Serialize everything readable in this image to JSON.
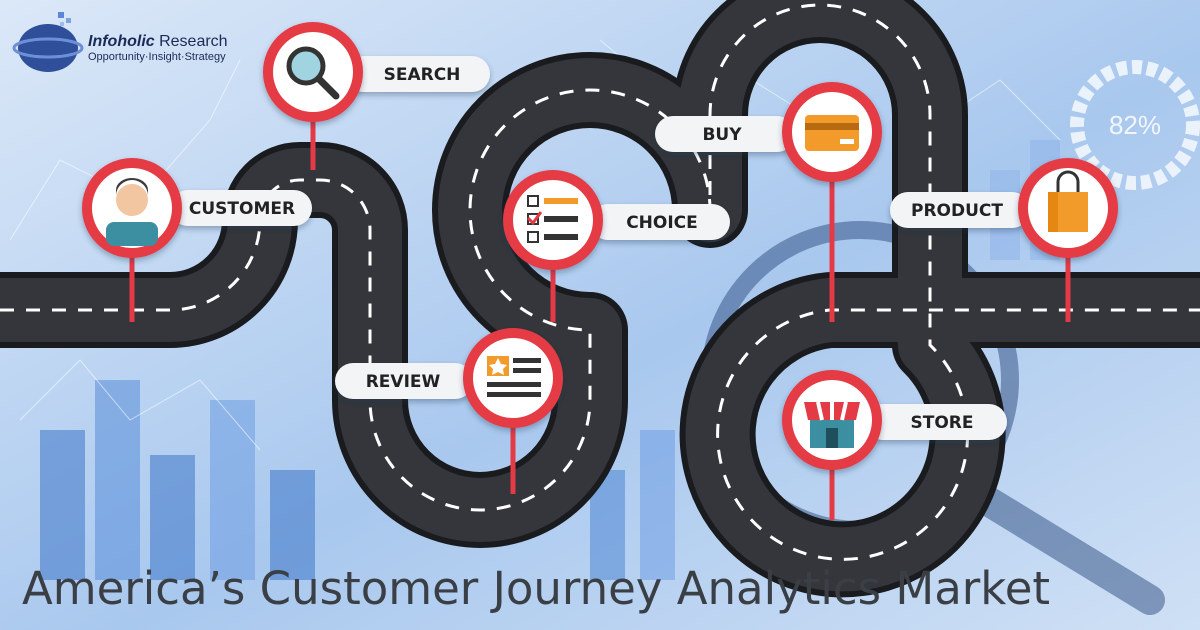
{
  "brand": {
    "name_bold": "Infoholic",
    "name_rest": " Research",
    "tagline": "Opportunity·Insight·Strategy"
  },
  "headline": "America’s Customer Journey Analytics Market",
  "background": {
    "gauge_label": "82%"
  },
  "stops": {
    "customer": {
      "label": "CUSTOMER",
      "icon": "person-icon"
    },
    "search": {
      "label": "SEARCH",
      "icon": "magnifier-icon"
    },
    "choice": {
      "label": "CHOICE",
      "icon": "checklist-icon"
    },
    "review": {
      "label": "REVIEW",
      "icon": "star-review-icon"
    },
    "buy": {
      "label": "BUY",
      "icon": "credit-card-icon"
    },
    "store": {
      "label": "STORE",
      "icon": "storefront-icon"
    },
    "product": {
      "label": "PRODUCT",
      "icon": "shopping-bag-icon"
    }
  },
  "colors": {
    "pin": "#e43a45",
    "road": "#2b2d31",
    "accent": "#f39b2a"
  }
}
